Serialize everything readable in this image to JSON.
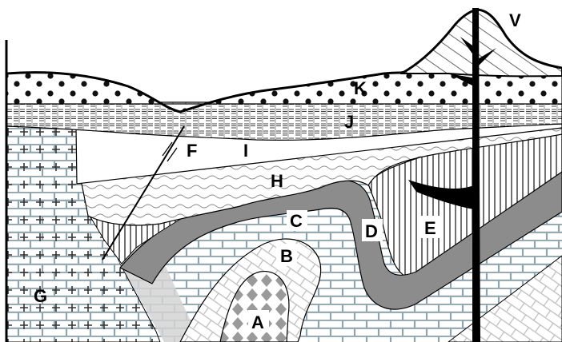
{
  "figure": {
    "units": [
      {
        "id": "A",
        "label": "A",
        "pattern": "diamonds"
      },
      {
        "id": "B",
        "label": "B",
        "pattern": "diagonal-brick"
      },
      {
        "id": "C",
        "label": "C",
        "pattern": "brick"
      },
      {
        "id": "D",
        "label": "D",
        "pattern": "solid-gray"
      },
      {
        "id": "E",
        "label": "E",
        "pattern": "vertical-lines"
      },
      {
        "id": "F",
        "label": "F",
        "pattern": "fault-line"
      },
      {
        "id": "G",
        "label": "G",
        "pattern": "plus-signs"
      },
      {
        "id": "H",
        "label": "H",
        "pattern": "wavy-lines"
      },
      {
        "id": "I",
        "label": "I",
        "pattern": "blank"
      },
      {
        "id": "J",
        "label": "J",
        "pattern": "dashes"
      },
      {
        "id": "K",
        "label": "K",
        "pattern": "dots"
      },
      {
        "id": "V",
        "label": "V",
        "pattern": "volcano-diagonal"
      }
    ],
    "colors": {
      "outline": "#000000",
      "gray_layer": "#8c8c8c",
      "brick": "#8fa5b0",
      "contact_zone": "#d0d0d0"
    }
  }
}
